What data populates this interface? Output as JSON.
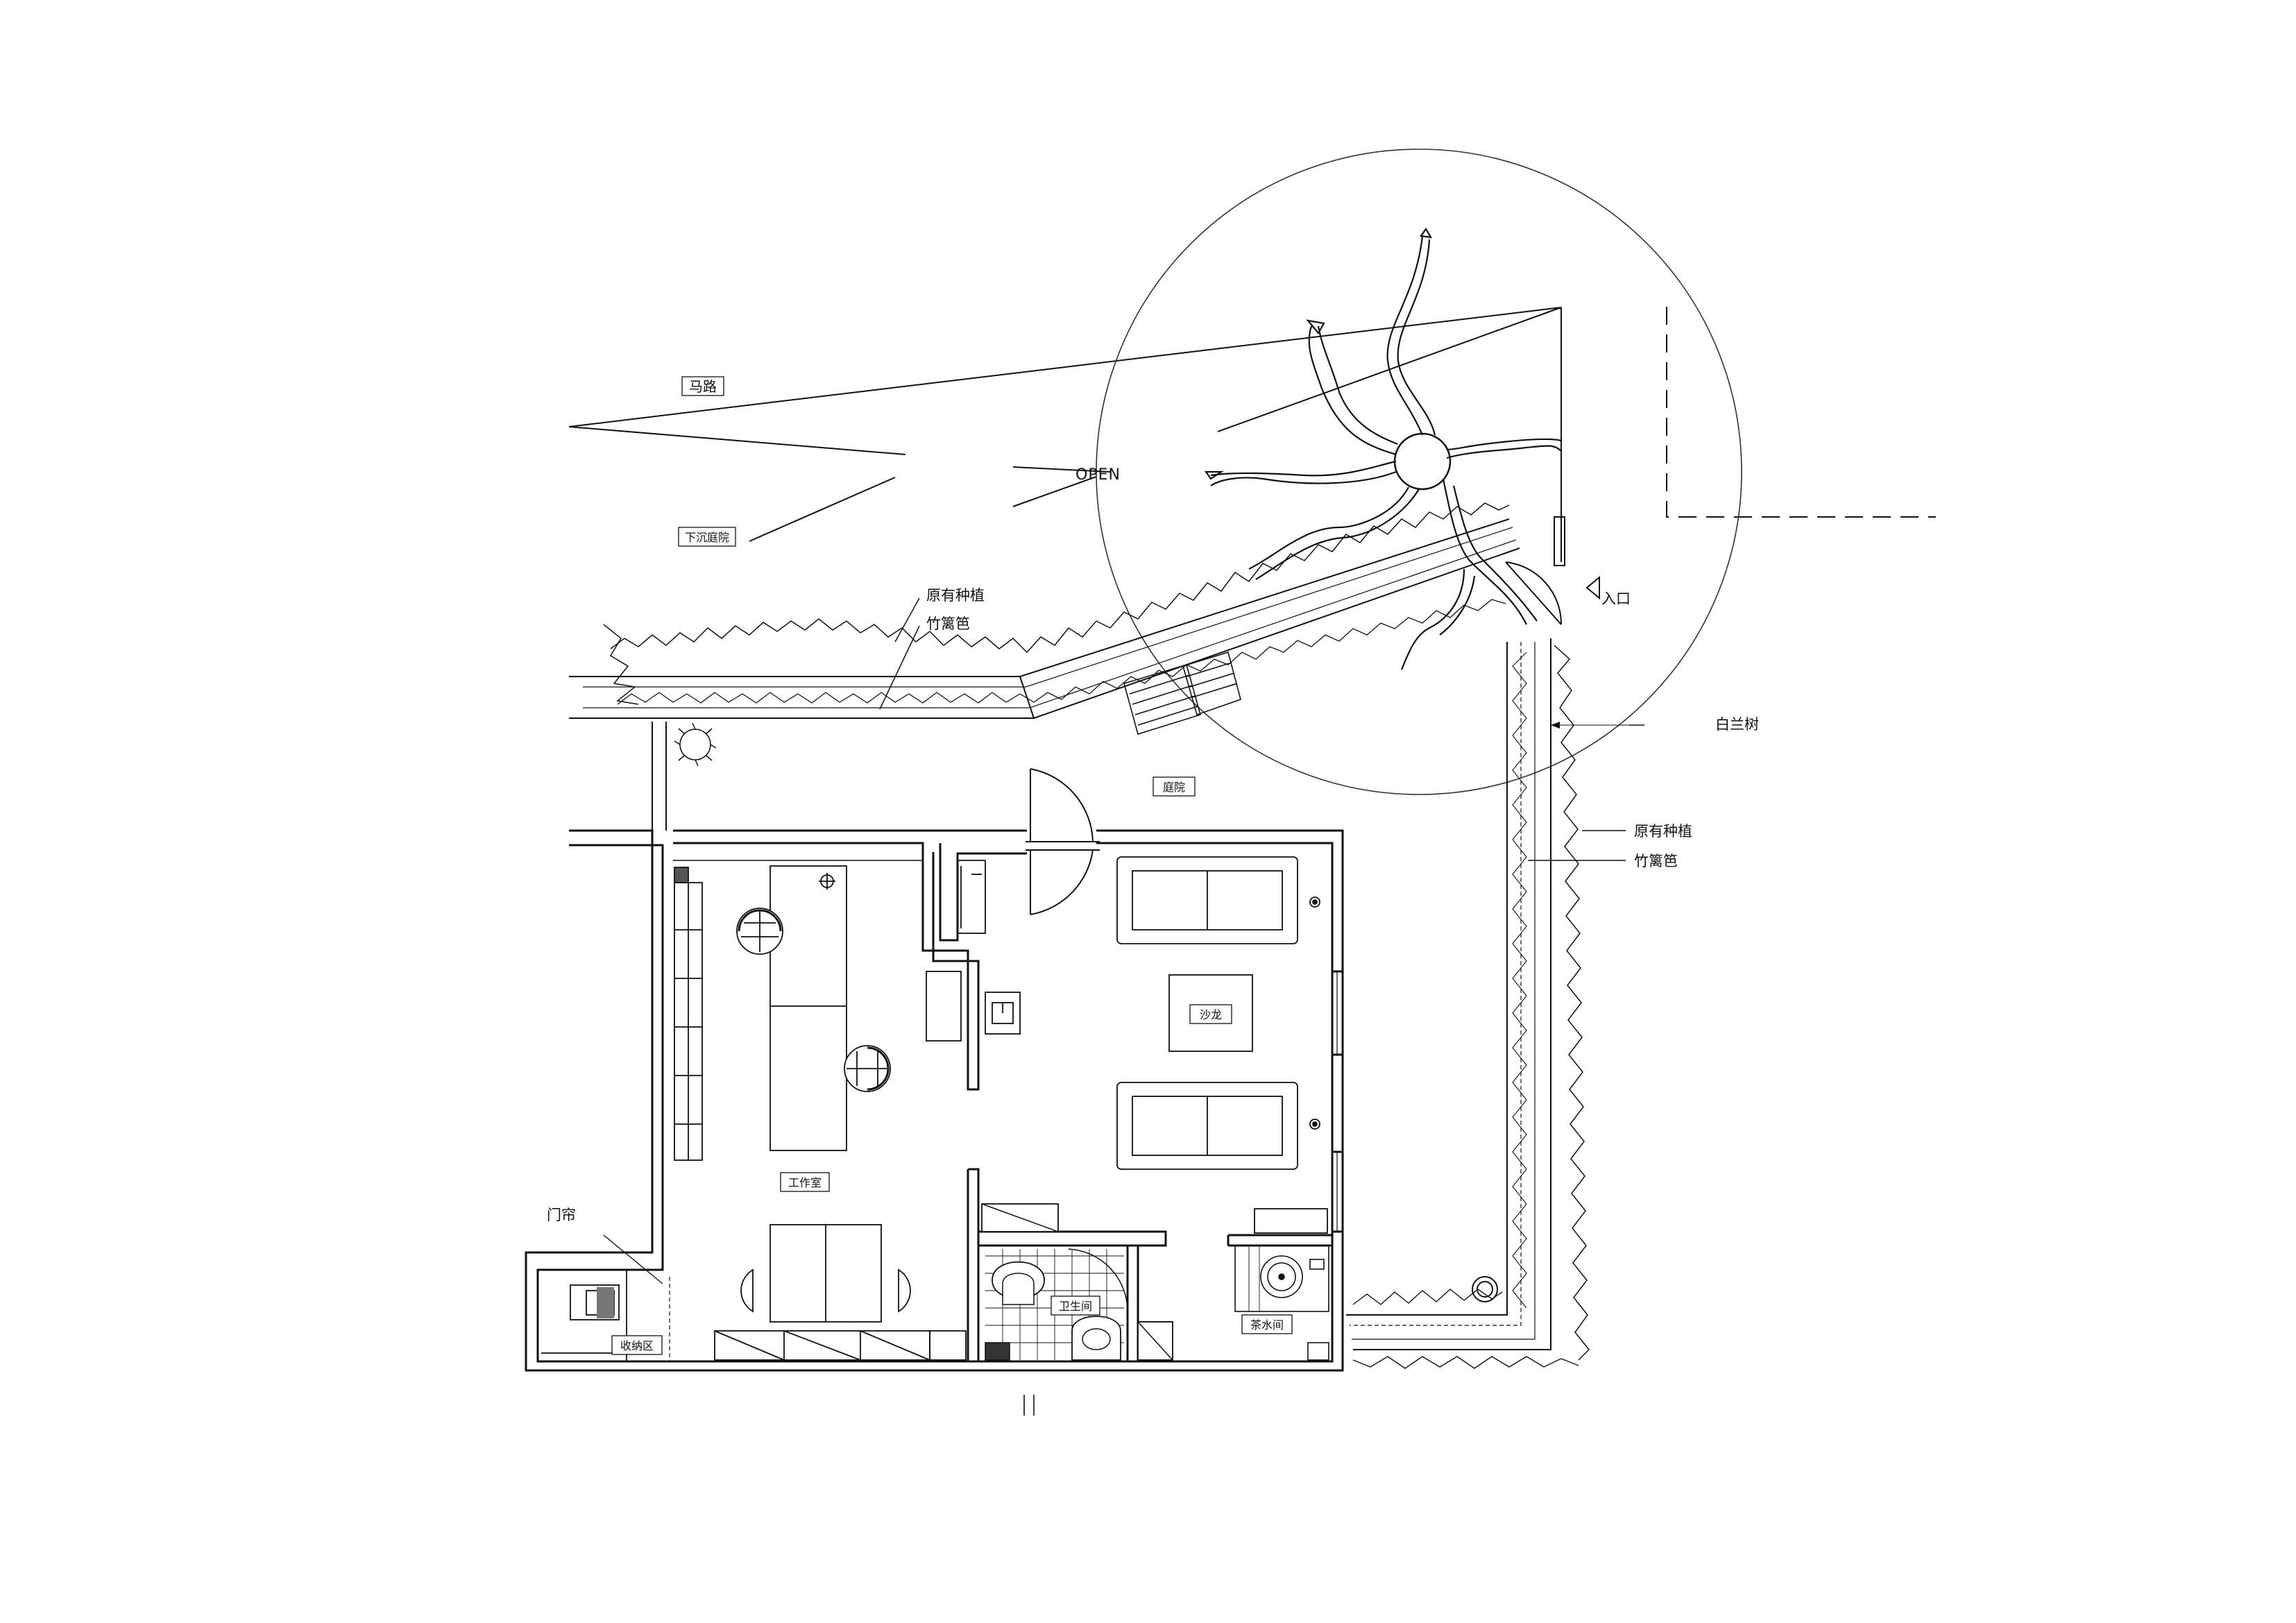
{
  "labels": {
    "road": "马路",
    "sunken_court": "下沉庭院",
    "open": "OPEN",
    "courtyard": "庭院",
    "salon": "沙龙",
    "studio": "工作室",
    "restroom": "卫生间",
    "pantry": "茶水间",
    "storage": "收纳区",
    "curtain": "门帘",
    "entrance": "入口",
    "magnolia": "白兰树",
    "planting_top": "原有种植",
    "fence_top": "竹篱笆",
    "planting_right": "原有种植",
    "fence_right": "竹篱笆"
  }
}
